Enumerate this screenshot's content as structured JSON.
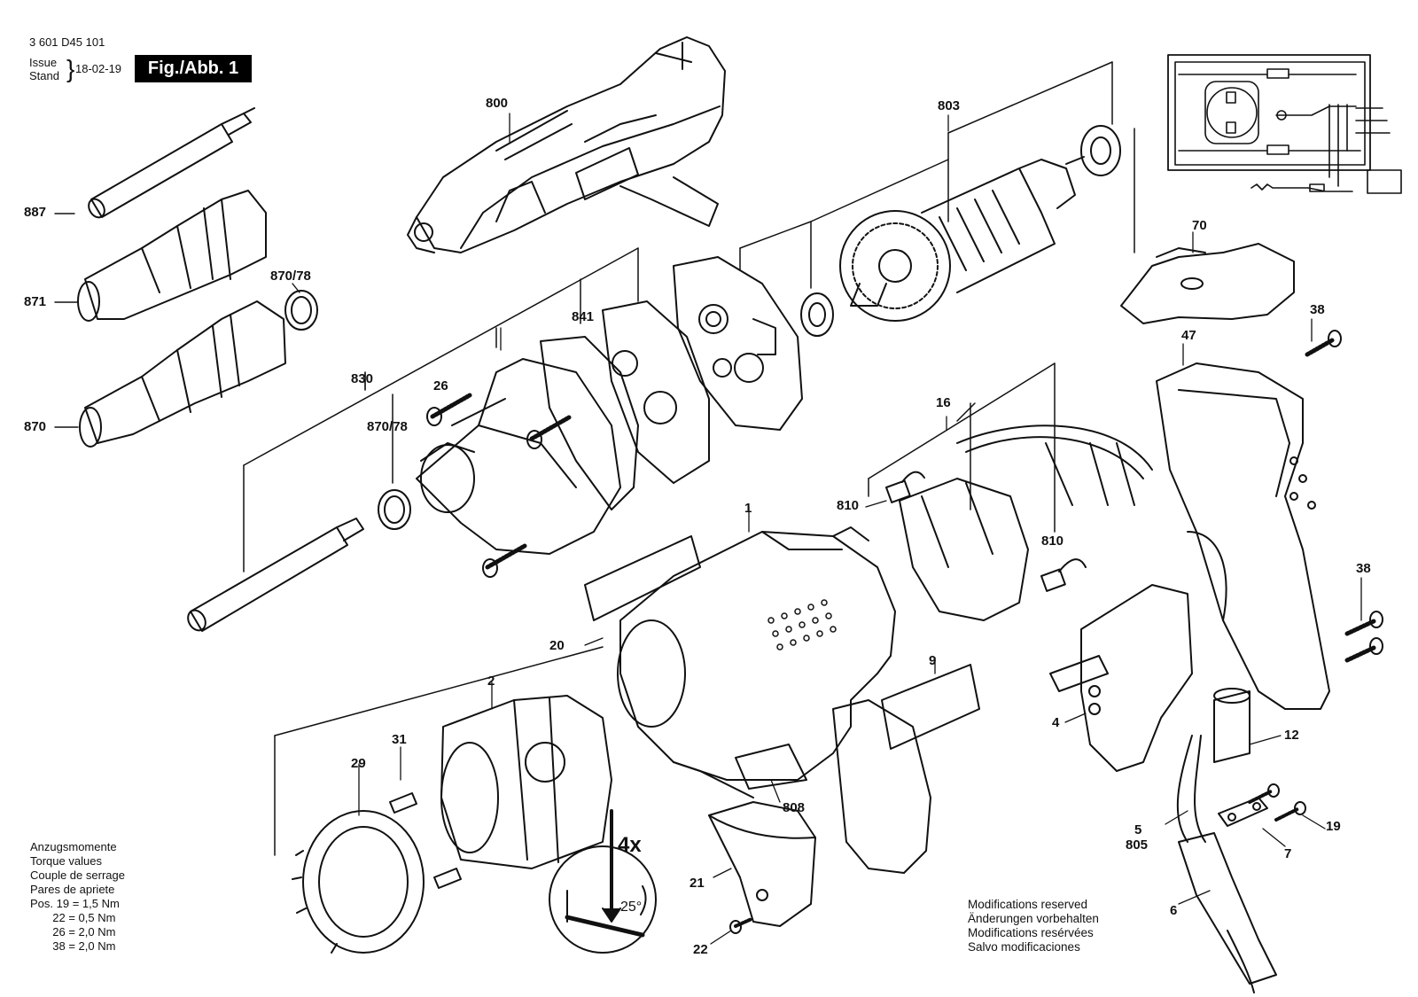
{
  "header": {
    "part_number": "3 601 D45 101",
    "issue_label": "Issue",
    "stand_label": "Stand",
    "brace": "}",
    "date": "18-02-19",
    "figure": "Fig./Abb. 1"
  },
  "callouts": {
    "c800": "800",
    "c803": "803",
    "c887": "887",
    "c871": "871",
    "c870_78_a": "870/78",
    "c870": "870",
    "c841": "841",
    "c830": "830",
    "c26": "26",
    "c870_78_b": "870/78",
    "c70": "70",
    "c38_a": "38",
    "c47": "47",
    "c16": "16",
    "c810_a": "810",
    "c810_b": "810",
    "c1": "1",
    "c20": "20",
    "c9": "9",
    "c38_b": "38",
    "c2": "2",
    "c4": "4",
    "c31": "31",
    "c29": "29",
    "c12": "12",
    "c808": "808",
    "c4x": "4x",
    "c25deg": "25°",
    "c21": "21",
    "c5": "5",
    "c805": "805",
    "c19": "19",
    "c7": "7",
    "c6": "6",
    "c22": "22"
  },
  "torque": {
    "lines": [
      "Anzugsmomente",
      "Torque values",
      "Couple de serrage",
      "Pares de apriete"
    ],
    "values": [
      "Pos. 19 = 1,5 Nm",
      "       22 = 0,5 Nm",
      "       26 = 2,0 Nm",
      "       38 = 2,0 Nm"
    ]
  },
  "modifications": [
    "Modifications reserved",
    "Änderungen vorbehalten",
    "Modifications resérvées",
    "Salvo modificaciones"
  ]
}
